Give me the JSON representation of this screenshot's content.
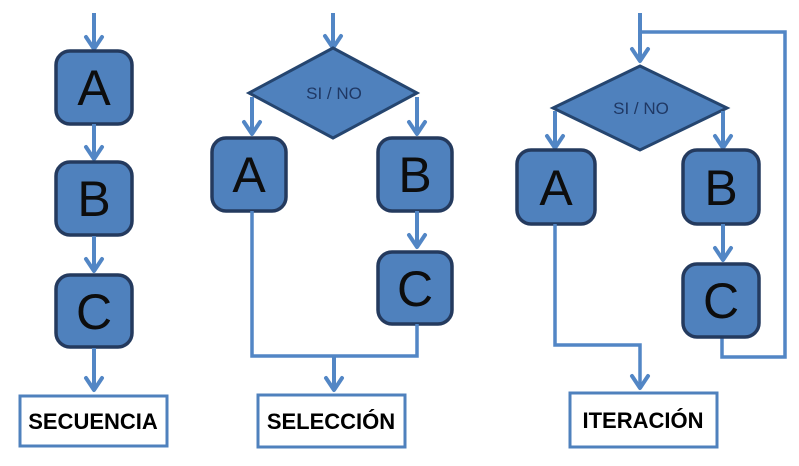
{
  "colors": {
    "box_fill": "#4f81bd",
    "box_border": "#243a5e",
    "diamond_border": "#25456f",
    "connector": "#5286c5",
    "label_box_border": "#4f81bd",
    "label_text": "#000000",
    "node_text": "#0d0d0d",
    "decision_text": "#1f3864",
    "background": "#ffffff"
  },
  "diagrams": [
    {
      "name": "secuencia",
      "label": "SECUENCIA",
      "nodes": {
        "a": "A",
        "b": "B",
        "c": "C"
      }
    },
    {
      "name": "seleccion",
      "label": "SELECCIÓN",
      "decision": "SI / NO",
      "nodes": {
        "a": "A",
        "b": "B",
        "c": "C"
      }
    },
    {
      "name": "iteracion",
      "label": "ITERACIÓN",
      "decision": "SI / NO",
      "nodes": {
        "a": "A",
        "b": "B",
        "c": "C"
      }
    }
  ]
}
